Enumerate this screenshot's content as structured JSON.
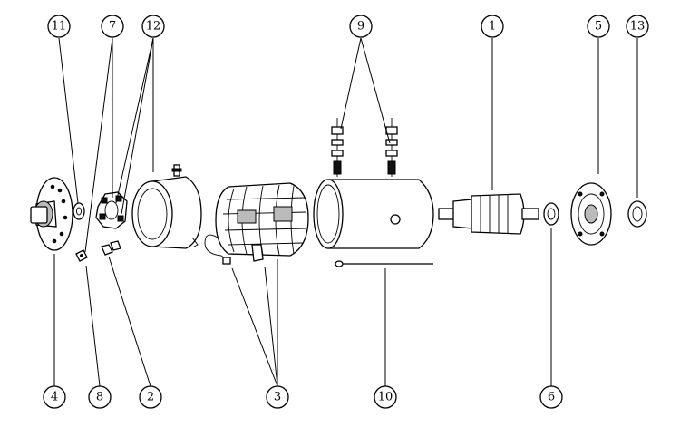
{
  "callouts": [
    {
      "id": "11",
      "label": "11"
    },
    {
      "id": "7",
      "label": "7"
    },
    {
      "id": "12",
      "label": "12"
    },
    {
      "id": "9",
      "label": "9"
    },
    {
      "id": "1",
      "label": "1"
    },
    {
      "id": "5",
      "label": "5"
    },
    {
      "id": "13",
      "label": "13"
    },
    {
      "id": "4",
      "label": "4"
    },
    {
      "id": "8",
      "label": "8"
    },
    {
      "id": "2",
      "label": "2"
    },
    {
      "id": "3",
      "label": "3"
    },
    {
      "id": "10",
      "label": "10"
    },
    {
      "id": "6",
      "label": "6"
    }
  ],
  "colors": {
    "line": "#000000",
    "background": "#ffffff"
  }
}
